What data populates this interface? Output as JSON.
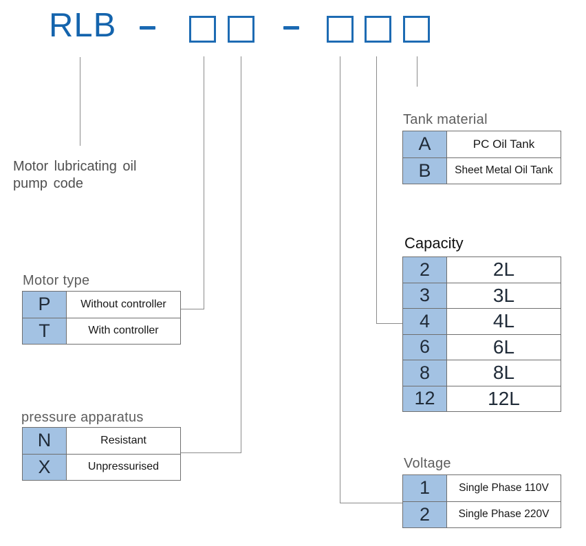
{
  "accent_colors": {
    "code_blue": "#1464ad",
    "box_border_blue": "#1d6bb3",
    "cell_fill_blue": "#a3c2e3",
    "connector_gray": "#8a8a8a"
  },
  "code_header": {
    "prefix": "RLB",
    "separator": "-",
    "group1_box_count": 2,
    "group2_box_count": 3
  },
  "pump_code_label": {
    "line1": "Motor lubricating oil",
    "line2": "pump code"
  },
  "sections": {
    "motor_type": {
      "title": "Motor type",
      "rows": [
        {
          "code": "P",
          "label": "Without controller"
        },
        {
          "code": "T",
          "label": "With controller"
        }
      ]
    },
    "pressure": {
      "title": "pressure apparatus",
      "rows": [
        {
          "code": "N",
          "label": "Resistant"
        },
        {
          "code": "X",
          "label": "Unpressurised"
        }
      ]
    },
    "tank": {
      "title": "Tank material",
      "rows": [
        {
          "code": "A",
          "label": "PC Oil Tank"
        },
        {
          "code": "B",
          "label": "Sheet Metal Oil Tank"
        }
      ]
    },
    "capacity": {
      "title": "Capacity",
      "rows": [
        {
          "code": "2",
          "label": "2L"
        },
        {
          "code": "3",
          "label": "3L"
        },
        {
          "code": "4",
          "label": "4L"
        },
        {
          "code": "6",
          "label": "6L"
        },
        {
          "code": "8",
          "label": "8L"
        },
        {
          "code": "12",
          "label": "12L"
        }
      ]
    },
    "voltage": {
      "title": "Voltage",
      "rows": [
        {
          "code": "1",
          "label": "Single Phase 110V"
        },
        {
          "code": "2",
          "label": "Single Phase 220V"
        }
      ]
    }
  }
}
